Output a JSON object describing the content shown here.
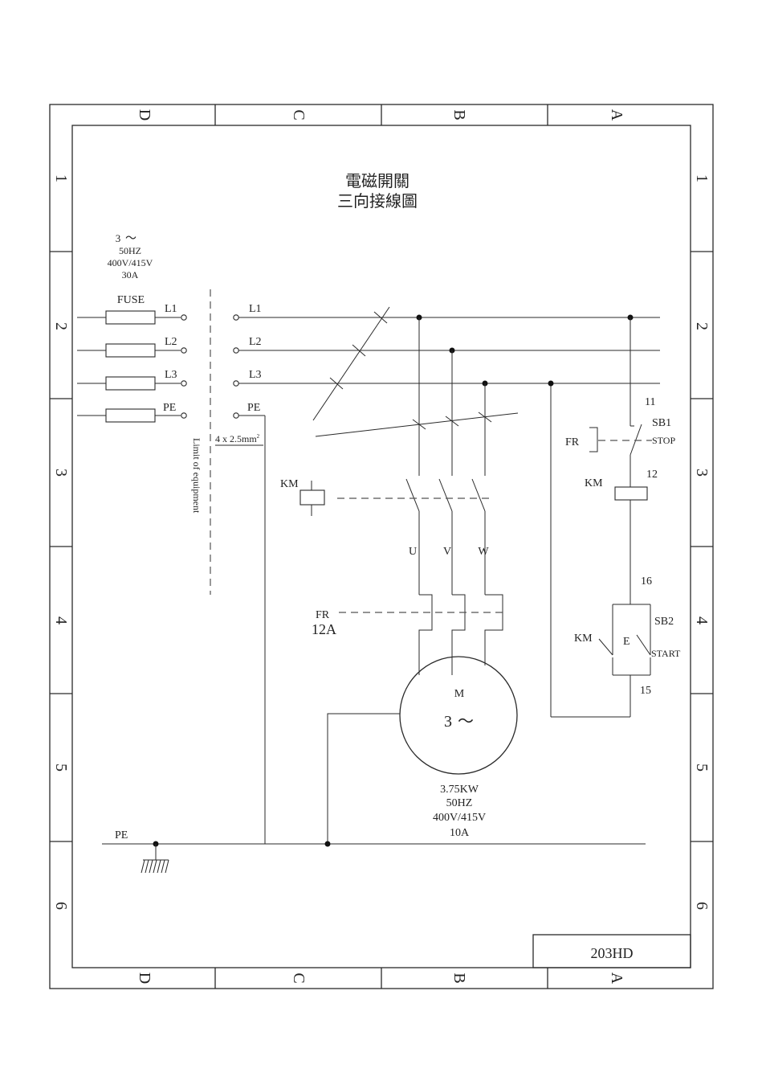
{
  "title": {
    "line1": "電磁開關",
    "line2": "三向接線圖"
  },
  "frame": {
    "columns": [
      "D",
      "C",
      "B",
      "A"
    ],
    "rows": [
      "1",
      "2",
      "3",
      "4",
      "5",
      "6"
    ],
    "drawing_number": "203HD"
  },
  "supply": {
    "phase": "3",
    "symbol": "～",
    "frequency": "50HZ",
    "voltage": "400V/415V",
    "current": "30A",
    "fuse_label": "FUSE",
    "terminals": [
      "L1",
      "L2",
      "L3",
      "PE"
    ]
  },
  "limit": {
    "label": "Limit of equipment",
    "cable": "4 x 2.5mm",
    "cable_sup": "2"
  },
  "main_circuit": {
    "contactor": "KM",
    "phases": [
      "U",
      "V",
      "W"
    ],
    "overload_label": "FR",
    "overload_rating": "12A"
  },
  "motor": {
    "label": "M",
    "phase": "3",
    "symbol": "～",
    "power": "3.75KW",
    "frequency": "50HZ",
    "voltage": "400V/415V",
    "current": "10A"
  },
  "control": {
    "fr_label": "FR",
    "stop_id": "SB1",
    "stop_label": "STOP",
    "coil_label": "KM",
    "aux_label": "KM",
    "start_id": "SB2",
    "start_label": "START",
    "start_mark": "E",
    "wire_numbers": [
      "11",
      "12",
      "16",
      "15"
    ]
  },
  "earth": {
    "label": "PE"
  }
}
